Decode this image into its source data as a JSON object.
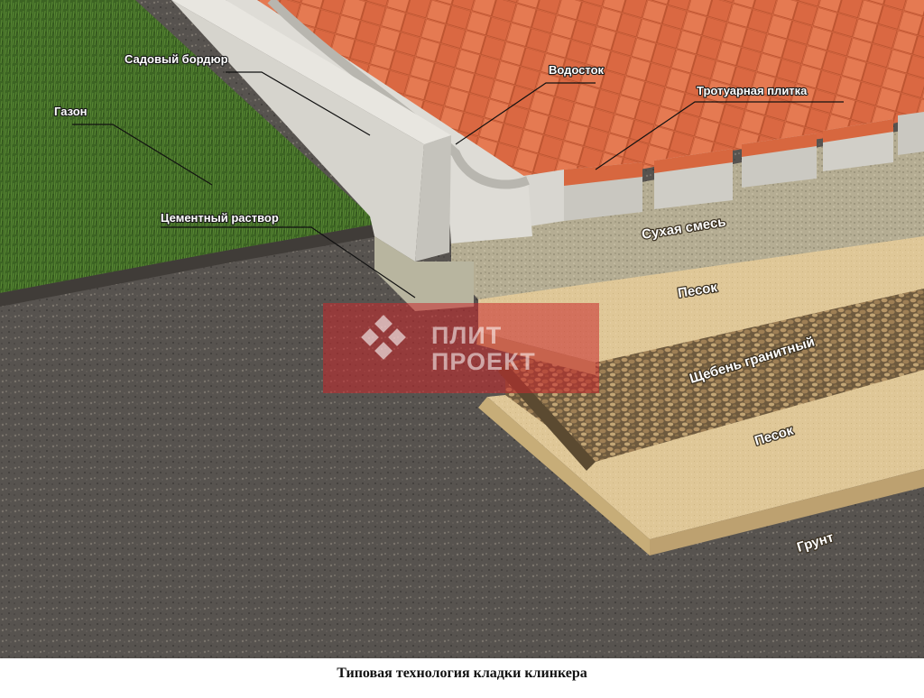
{
  "diagram": {
    "labels": {
      "curb": "Садовый бордюр",
      "drain": "Водосток",
      "tile": "Тротуарная плитка",
      "lawn": "Газон",
      "mortar": "Цементный раствор",
      "dry_mix": "Сухая смесь",
      "sand_top": "Песок",
      "gravel": "Щебень гранитный",
      "sand_bottom": "Песок",
      "soil": "Грунт"
    },
    "watermark": {
      "line1": "ПЛИТ",
      "line2": "ПРОЕКТ"
    },
    "caption": "Типовая технология кладки клинкера"
  },
  "colors": {
    "tile": "#e0704a",
    "tile_edge": "#c65a36",
    "curb": "#dcdad3",
    "sand": "#e0c99a",
    "gravel": "#a88a5c",
    "dry_mix": "#b9b196",
    "soil": "#55524f",
    "grass": "#3f6a26",
    "watermark": "#c8282c"
  }
}
